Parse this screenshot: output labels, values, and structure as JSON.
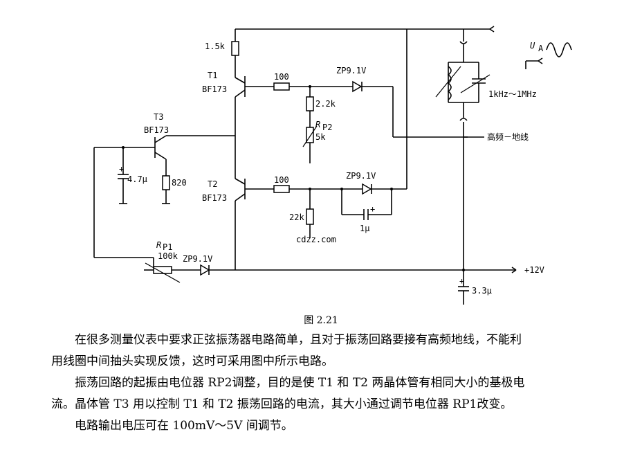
{
  "figure": {
    "caption": "图 2.21",
    "components": {
      "r_1k5": "1.5k",
      "t1_name": "T1",
      "t1_type": "BF173",
      "r_100_top": "100",
      "zd_top": "ZP9.1V",
      "r_2k2": "2.2k",
      "rp2_label": "R",
      "rp2_sub": "P2",
      "rp2_value": "5k",
      "t3_name": "T3",
      "t3_type": "BF173",
      "c_4u7": "4.7μ",
      "r_820": "820",
      "t2_name": "T2",
      "t2_type": "BF173",
      "r_100_bot": "100",
      "zd_mid": "ZP9.1V",
      "r_22k": "22k",
      "c_1u": "1μ",
      "rp1_label": "R",
      "rp1_sub": "P1",
      "rp1_value": "100k",
      "zd_bot": "ZP9.1V",
      "supply": "+12V",
      "c_3u3": "3.3μ",
      "lc_freq": "1kHz～1MHz",
      "ground_label": "高频－地线",
      "out_label": "U",
      "out_sub": "A"
    },
    "watermark": "cdzz.com"
  },
  "text": {
    "para1_line1": "在很多测量仪表中要求正弦振荡器电路简单，且对于振荡回路要接有高频地线，不能利",
    "para1_line2": "用线圈中间抽头实现反馈，这时可采用图中所示电路。",
    "para2_line1": "振荡回路的起振由电位器 RP2调整，目的是使 T1 和 T2 两晶体管有相同大小的基极电",
    "para2_line2": "流。晶体管 T3 用以控制 T1 和 T2 振荡回路的电流，其大小通过调节电位器 RP1改变。",
    "para3": "电路输出电压可在 100mV～5V 间调节。"
  }
}
